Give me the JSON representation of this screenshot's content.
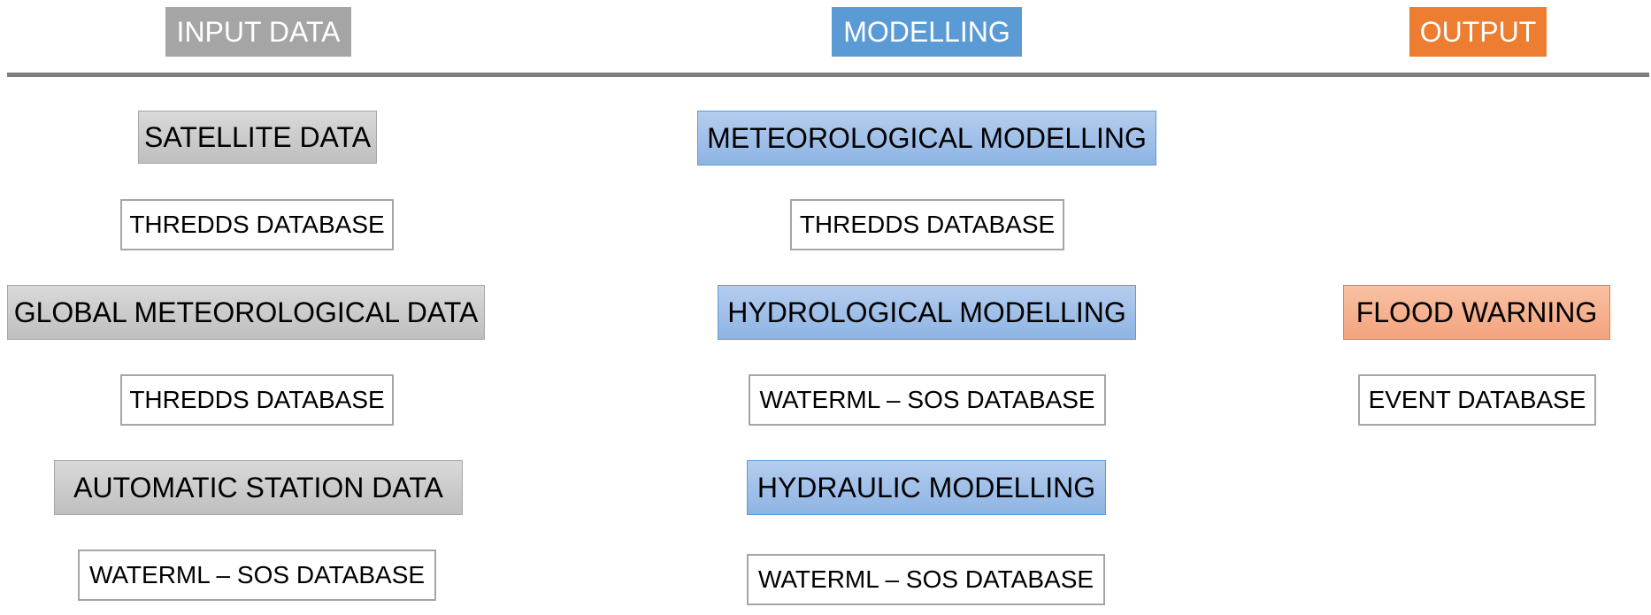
{
  "columns": {
    "input": {
      "header": "INPUT DATA",
      "items": [
        {
          "category": "SATELLITE DATA",
          "database": "THREDDS DATABASE"
        },
        {
          "category": "GLOBAL METEOROLOGICAL DATA",
          "database": "THREDDS DATABASE"
        },
        {
          "category": "AUTOMATIC STATION DATA",
          "database": "WATERML – SOS DATABASE"
        }
      ]
    },
    "modelling": {
      "header": "MODELLING",
      "items": [
        {
          "category": "METEOROLOGICAL MODELLING",
          "database": "THREDDS DATABASE"
        },
        {
          "category": "HYDROLOGICAL MODELLING",
          "database": "WATERML – SOS DATABASE"
        },
        {
          "category": "HYDRAULIC MODELLING",
          "database": "WATERML – SOS DATABASE"
        }
      ]
    },
    "output": {
      "header": "OUTPUT",
      "items": [
        {
          "category": "FLOOD WARNING",
          "database": "EVENT DATABASE"
        }
      ]
    }
  },
  "colors": {
    "input": "#a5a5a5",
    "modelling": "#5b9bd5",
    "output": "#ed7d31",
    "divider": "#7f7f7f"
  }
}
